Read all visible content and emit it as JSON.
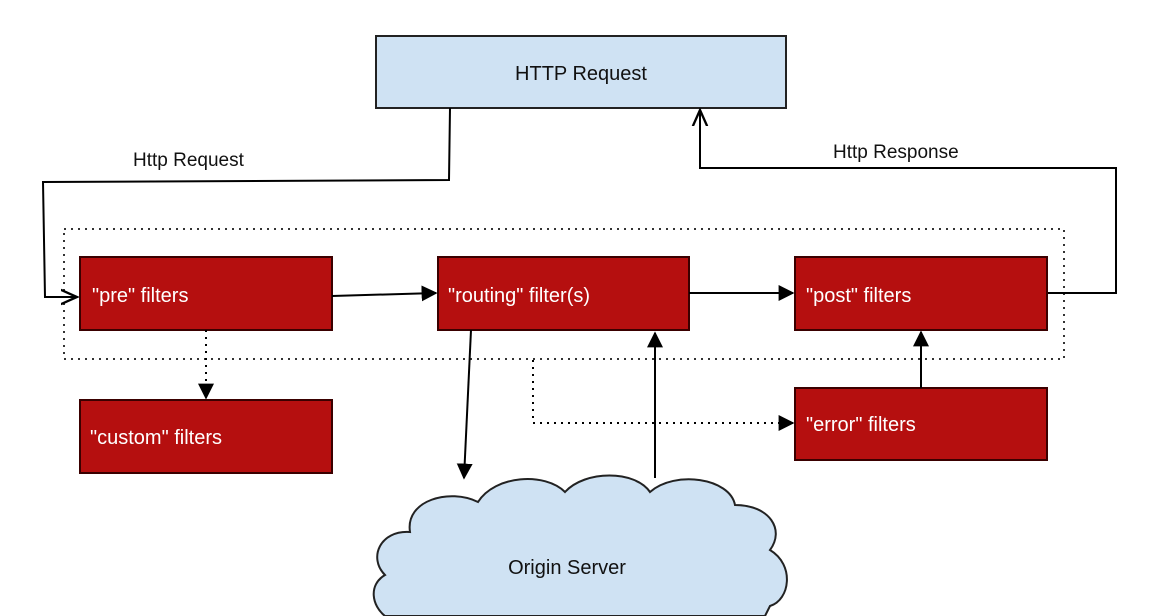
{
  "nodes": {
    "http_request": "HTTP Request",
    "pre_filters": "\"pre\" filters",
    "routing_filters": "\"routing\" filter(s)",
    "post_filters": "\"post\" filters",
    "custom_filters": "\"custom\" filters",
    "error_filters": "\"error\" filters",
    "origin_server": "Origin Server"
  },
  "edges": {
    "http_request_label": "Http Request",
    "http_response_label": "Http Response"
  },
  "colors": {
    "request_box_fill": "#cfe2f3",
    "filter_box_fill": "#b50f0f",
    "filter_text": "#ffffff",
    "cloud_fill": "#cfe2f3",
    "line": "#000000"
  }
}
